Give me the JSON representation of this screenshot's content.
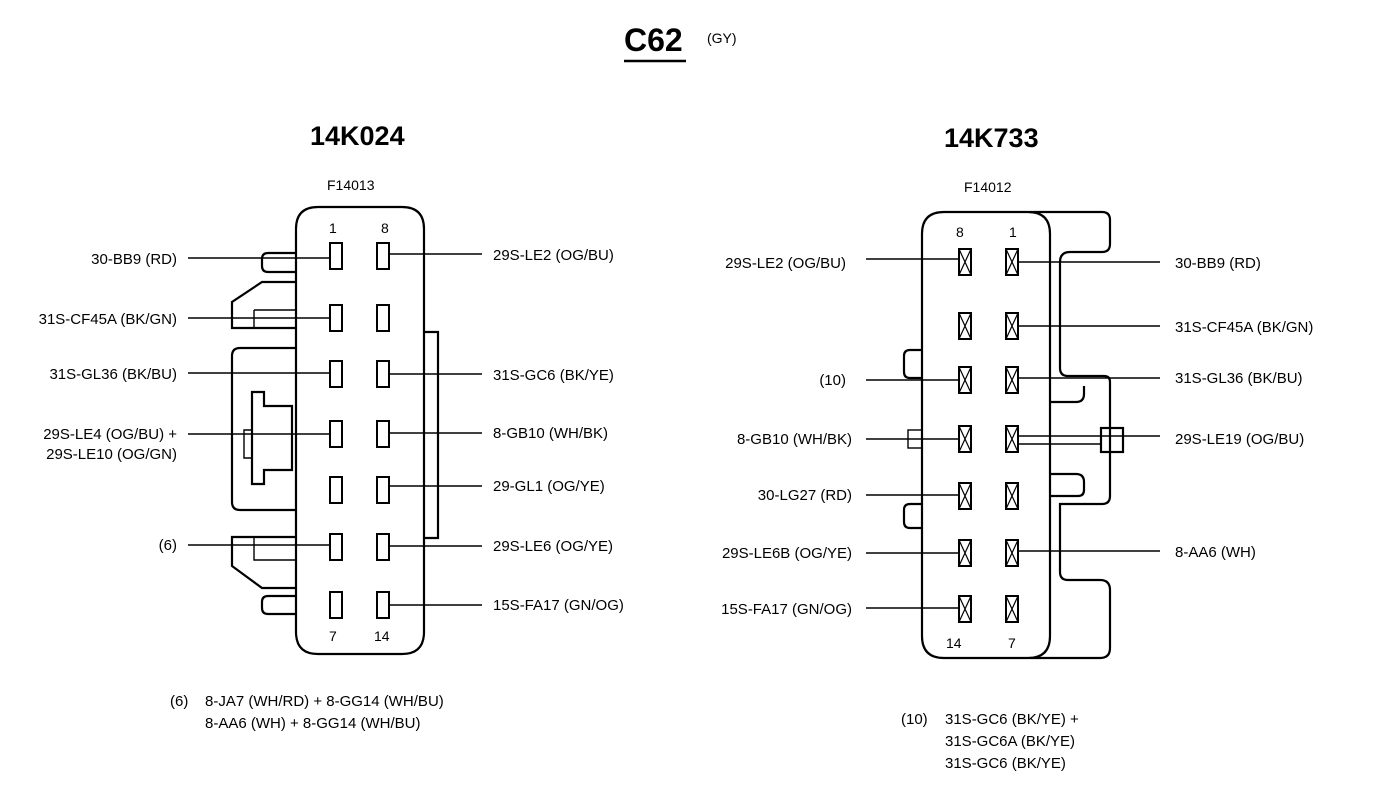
{
  "header": {
    "title": "C62",
    "color_code": "(GY)"
  },
  "left": {
    "model": "14K024",
    "part": "F14013",
    "pin_numbers": {
      "top_left": "1",
      "top_right": "8",
      "bottom_left": "7",
      "bottom_right": "14"
    },
    "labels": [
      {
        "text": "30-BB9 (RD)"
      },
      {
        "text": "31S-CF45A (BK/GN)"
      },
      {
        "text": "31S-GL36 (BK/BU)"
      },
      {
        "text": "29S-LE4 (OG/BU) +"
      },
      {
        "text": "29S-LE10 (OG/GN)"
      },
      {
        "text": "(6)"
      },
      {
        "text": "29S-LE2 (OG/BU)"
      },
      {
        "text": "31S-GC6 (BK/YE)"
      },
      {
        "text": "8-GB10 (WH/BK)"
      },
      {
        "text": "29-GL1 (OG/YE)"
      },
      {
        "text": "29S-LE6 (OG/YE)"
      },
      {
        "text": "15S-FA17 (GN/OG)"
      }
    ],
    "footnote": {
      "ref": "(6)",
      "lines": [
        "8-JA7 (WH/RD) + 8-GG14 (WH/BU)",
        "8-AA6 (WH) + 8-GG14 (WH/BU)"
      ]
    }
  },
  "right": {
    "model": "14K733",
    "part": "F14012",
    "pin_numbers": {
      "top_left": "8",
      "top_right": "1",
      "bottom_left": "14",
      "bottom_right": "7"
    },
    "labels": [
      {
        "text": "29S-LE2 (OG/BU)"
      },
      {
        "text": "(10)"
      },
      {
        "text": "8-GB10 (WH/BK)"
      },
      {
        "text": "30-LG27 (RD)"
      },
      {
        "text": "29S-LE6B (OG/YE)"
      },
      {
        "text": "15S-FA17 (GN/OG)"
      },
      {
        "text": "30-BB9 (RD)"
      },
      {
        "text": "31S-CF45A (BK/GN)"
      },
      {
        "text": "31S-GL36 (BK/BU)"
      },
      {
        "text": "29S-LE19 (OG/BU)"
      },
      {
        "text": "8-AA6 (WH)"
      }
    ],
    "footnote": {
      "ref": "(10)",
      "lines": [
        "31S-GC6 (BK/YE) +",
        "31S-GC6A (BK/YE)",
        "31S-GC6 (BK/YE)"
      ]
    }
  }
}
